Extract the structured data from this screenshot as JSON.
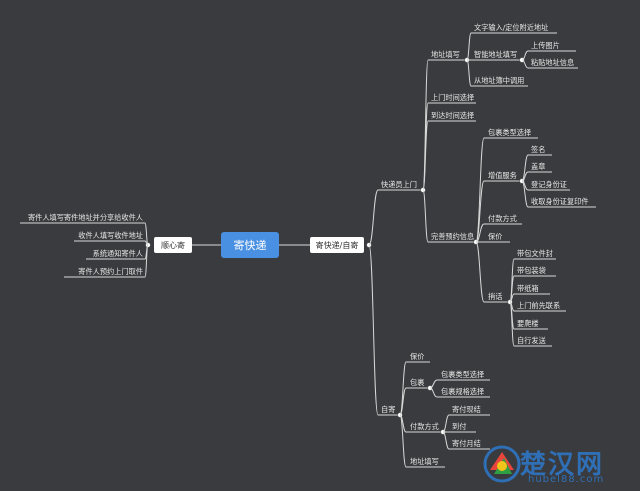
{
  "root": "寄快递",
  "left": {
    "label": "顺心寄",
    "children": [
      "寄件人填写寄件地址并分享给收件人",
      "收件人填写收件地址",
      "系统通知寄件人",
      "寄件人预约上门取件"
    ]
  },
  "right": {
    "label": "寄快递/自寄",
    "courier": {
      "label": "快递员上门",
      "address": {
        "label": "地址填写",
        "text_input": "文字输入/定位附近地址",
        "smart": {
          "label": "智能地址填写",
          "children": [
            "上传图片",
            "粘贴地址信息"
          ]
        },
        "book": "从地址簿中调用"
      },
      "pickup_time": "上门时间选择",
      "arrival_time": "到达时间选择",
      "complete": {
        "label": "完善预约信息",
        "package_type": "包裹类型选择",
        "value_added": {
          "label": "增值服务",
          "children": [
            "签名",
            "盖章",
            "登记身份证",
            "收取身份证复印件"
          ]
        },
        "payment": "付款方式",
        "insurance": "保价",
        "message": {
          "label": "捎话",
          "children": [
            "带包文件封",
            "带包装袋",
            "带纸箱",
            "上门前先联系",
            "要爬楼",
            "自行发送"
          ]
        }
      }
    },
    "self": {
      "label": "自寄",
      "insurance": "保价",
      "package": {
        "label": "包裹",
        "children": [
          "包裹类型选择",
          "包裹规格选择"
        ]
      },
      "payment": {
        "label": "付款方式",
        "children": [
          "寄付现结",
          "到付",
          "寄付月结"
        ]
      },
      "address": "地址填写"
    }
  },
  "watermark": {
    "title": "楚汉网",
    "subtitle": "hubel88.com"
  },
  "colors": {
    "background": "#3a3b3e",
    "line": "#d8d8d8",
    "root": "#4a90e2"
  }
}
